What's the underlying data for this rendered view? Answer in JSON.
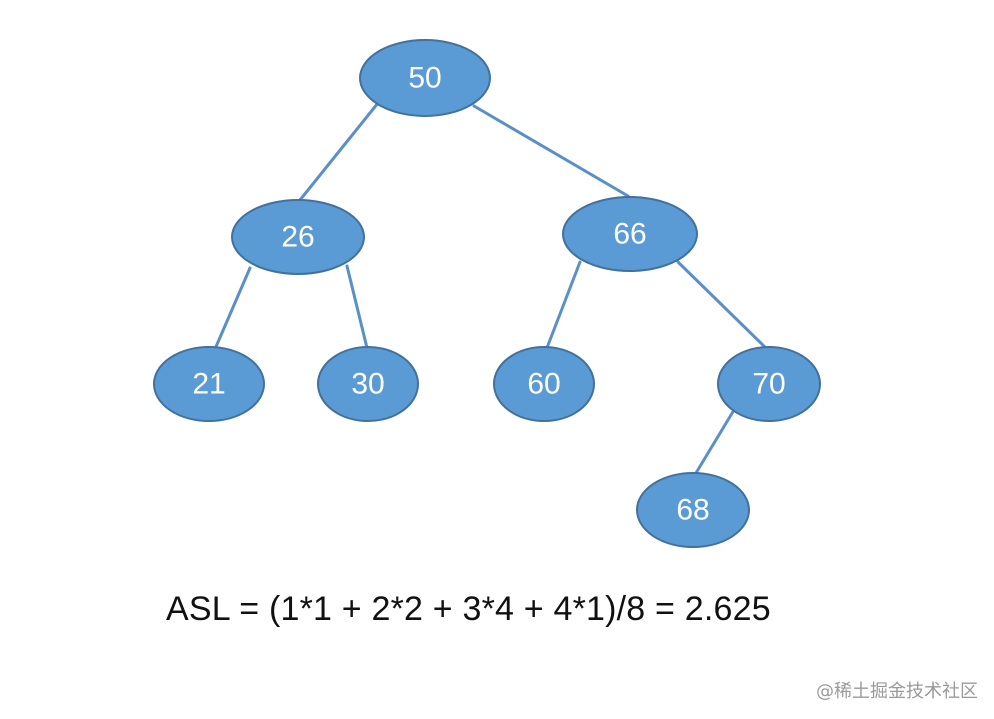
{
  "tree": {
    "nodes": [
      {
        "id": "n50",
        "label": "50"
      },
      {
        "id": "n26",
        "label": "26"
      },
      {
        "id": "n66",
        "label": "66"
      },
      {
        "id": "n21",
        "label": "21"
      },
      {
        "id": "n30",
        "label": "30"
      },
      {
        "id": "n60",
        "label": "60"
      },
      {
        "id": "n70",
        "label": "70"
      },
      {
        "id": "n68",
        "label": "68"
      }
    ],
    "edges": [
      {
        "from": "n50",
        "to": "n26"
      },
      {
        "from": "n50",
        "to": "n66"
      },
      {
        "from": "n26",
        "to": "n21"
      },
      {
        "from": "n26",
        "to": "n30"
      },
      {
        "from": "n66",
        "to": "n60"
      },
      {
        "from": "n66",
        "to": "n70"
      },
      {
        "from": "n70",
        "to": "n68"
      }
    ]
  },
  "formula": "ASL = (1*1 + 2*2 + 3*4 + 4*1)/8 = 2.625",
  "watermark": "@稀土掘金技术社区",
  "colors": {
    "node_fill": "#5b9bd5",
    "node_border": "#41719c",
    "edge": "#5b8fc7",
    "label": "#ffffff"
  }
}
